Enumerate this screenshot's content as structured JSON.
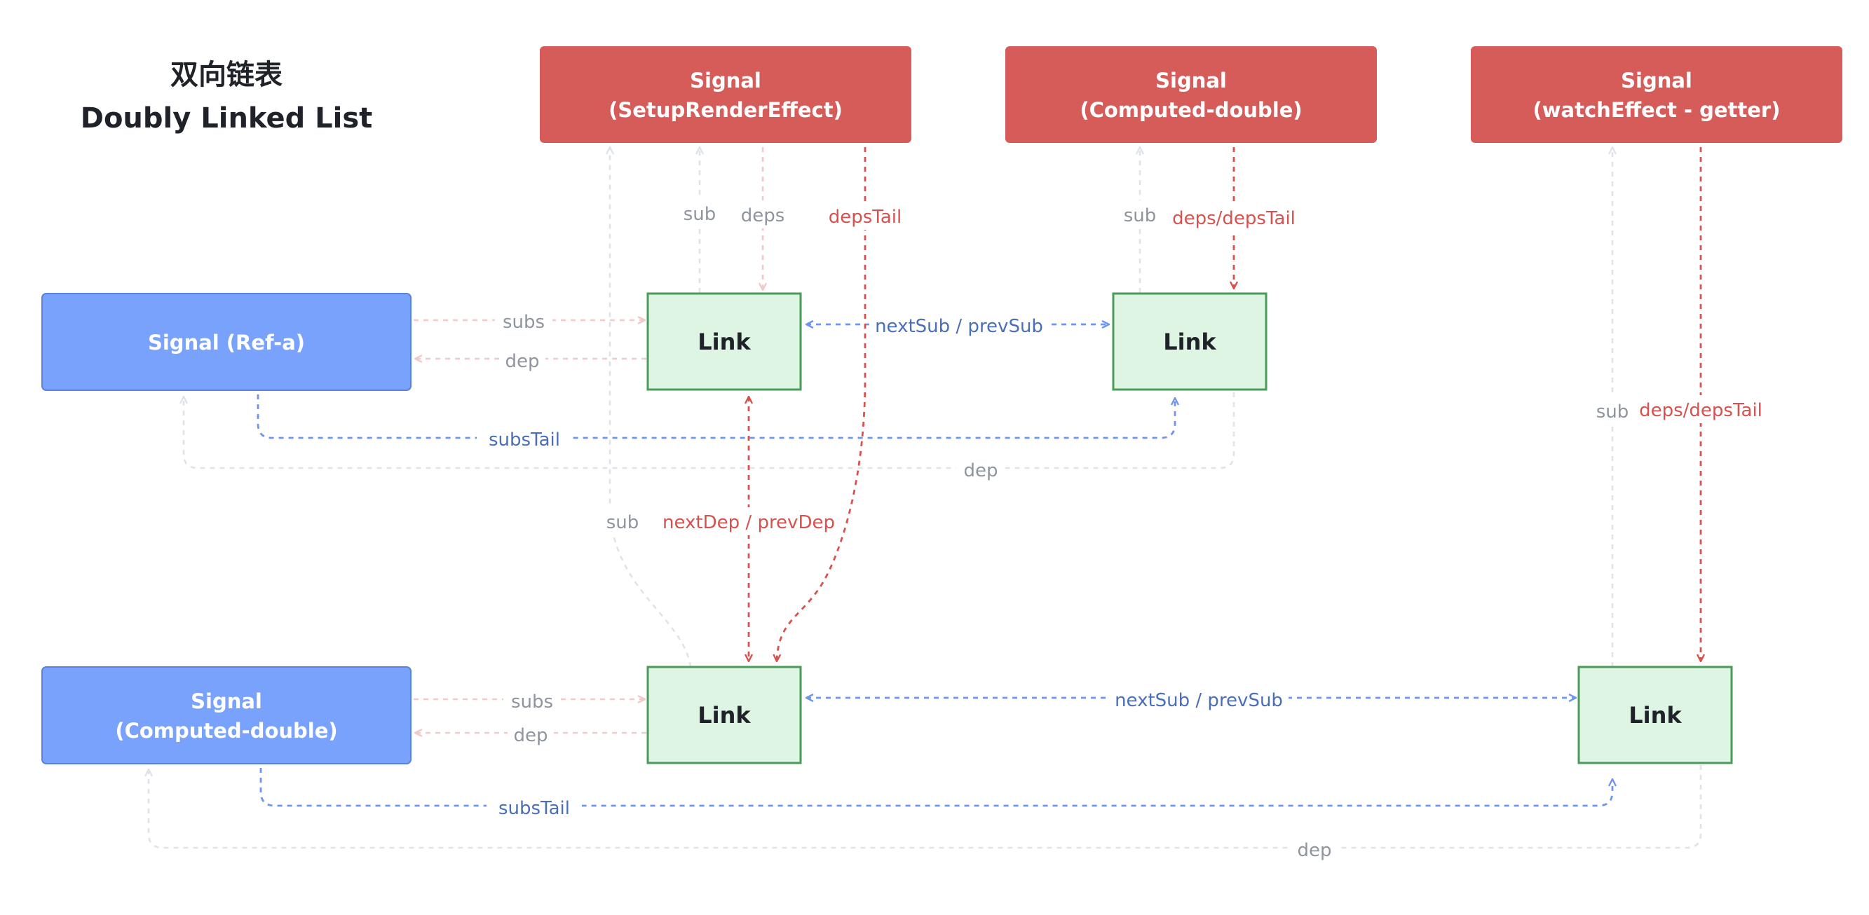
{
  "title": {
    "zh": "双向链表",
    "en": "Doubly Linked List"
  },
  "colors": {
    "signal_red": "#d65c5a",
    "signal_blue": "#79a2fd",
    "link_green_fill": "#dff5e3",
    "link_green_stroke": "#4a9a5a",
    "arrow_red": "#d5524f",
    "arrow_blue": "#6f96ee",
    "faint_red": "#f2c9c9",
    "faint_gray": "#dfe3ea"
  },
  "nodes": {
    "signal_setup": {
      "line1": "Signal",
      "line2": "(SetupRenderEffect)"
    },
    "signal_computed_top": {
      "line1": "Signal",
      "line2": "(Computed-double)"
    },
    "signal_watch": {
      "line1": "Signal",
      "line2": "(watchEffect - getter)"
    },
    "signal_ref_a": {
      "line1": "Signal (Ref-a)"
    },
    "signal_computed_bottom": {
      "line1": "Signal",
      "line2": "(Computed-double)"
    },
    "link_top_left": "Link",
    "link_top_right": "Link",
    "link_bottom_left": "Link",
    "link_bottom_right": "Link"
  },
  "labels": {
    "sub_1": "sub",
    "deps_1": "deps",
    "depsTail_1": "depsTail",
    "sub_2": "sub",
    "depsTail_2": "deps/depsTail",
    "sub_3": "sub",
    "depsTail_3": "deps/depsTail",
    "subs_top": "subs",
    "dep_top": "dep",
    "nextSub_top": "nextSub / prevSub",
    "subsTail_top": "subsTail",
    "dep_top_long": "dep",
    "sub_mid": "sub",
    "nextDep": "nextDep / prevDep",
    "subs_bottom": "subs",
    "dep_bottom": "dep",
    "nextSub_bottom": "nextSub / prevSub",
    "subsTail_bottom": "subsTail",
    "dep_bottom_long": "dep"
  }
}
